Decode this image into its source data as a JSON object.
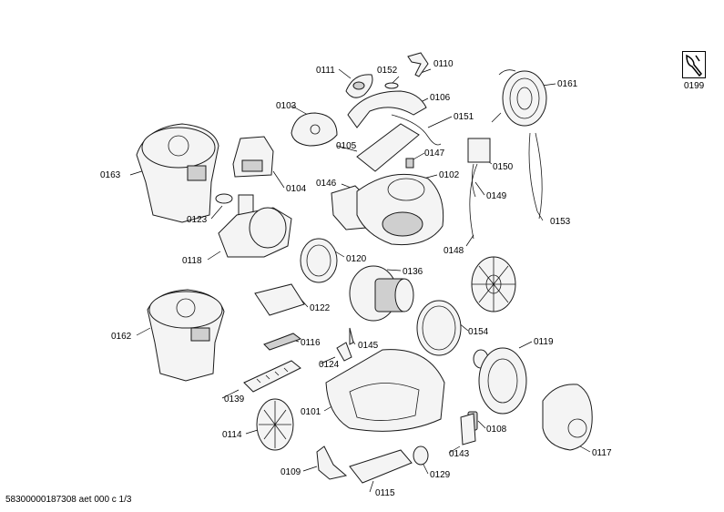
{
  "document_id": "58300000187308 aet 000 c 1/3",
  "labels": {
    "p0111": "0111",
    "p0152": "0152",
    "p0110": "0110",
    "p0161": "0161",
    "p0199": "0199",
    "p0103": "0103",
    "p0106": "0106",
    "p0151": "0151",
    "p0163": "0163",
    "p0105": "0105",
    "p0147": "0147",
    "p0150": "0150",
    "p0104": "0104",
    "p0146": "0146",
    "p0102": "0102",
    "p0149": "0149",
    "p0123": "0123",
    "p0153": "0153",
    "p0118": "0118",
    "p0148": "0148",
    "p0120": "0120",
    "p0136": "0136",
    "p0122": "0122",
    "p0154": "0154",
    "p0162": "0162",
    "p0116": "0116",
    "p0145": "0145",
    "p0119": "0119",
    "p0124": "0124",
    "p0139": "0139",
    "p0101": "0101",
    "p0108": "0108",
    "p0114": "0114",
    "p0117": "0117",
    "p0143": "0143",
    "p0109": "0109",
    "p0129": "0129",
    "p0115": "0115"
  }
}
